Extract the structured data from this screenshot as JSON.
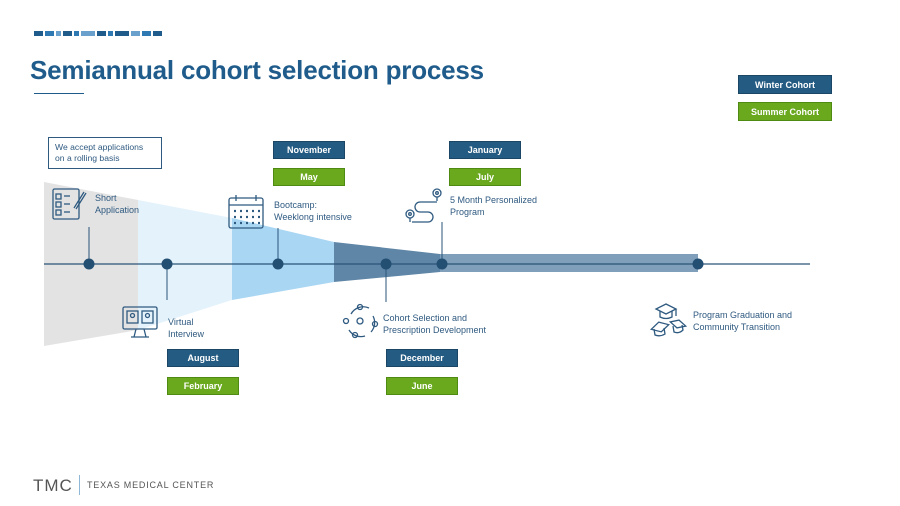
{
  "header": {
    "title": "Semiannual cohort selection process",
    "deco_colors": [
      "#1f5c8b",
      "#2f79b3",
      "#6aa0cc",
      "#1f5c8b",
      "#2f79b3",
      "#6aa0cc",
      "#1f5c8b",
      "#2f79b3",
      "#1f5c8b",
      "#6aa0cc",
      "#2f79b3",
      "#1f5c8b"
    ]
  },
  "legend": {
    "winter": "Winter Cohort",
    "summer": "Summer Cohort",
    "winter_color": "#245b82",
    "summer_color": "#6aa81e"
  },
  "note": "We accept applications on a rolling basis",
  "stages": [
    {
      "id": "short-application",
      "label": "Short\nApplication",
      "icon": "application-form-icon",
      "winter": "",
      "summer": ""
    },
    {
      "id": "virtual-interview",
      "label": "Virtual\nInterview",
      "icon": "video-call-icon",
      "winter": "August",
      "summer": "February"
    },
    {
      "id": "bootcamp",
      "label": "Bootcamp:\nWeeklong intensive",
      "icon": "calendar-icon",
      "winter": "November",
      "summer": "May"
    },
    {
      "id": "cohort-selection",
      "label": "Cohort Selection and\nPrescription Development",
      "icon": "team-circle-icon",
      "winter": "December",
      "summer": "June"
    },
    {
      "id": "personalized-program",
      "label": "5 Month Personalized\nProgram",
      "icon": "route-icon",
      "winter": "January",
      "summer": "July"
    },
    {
      "id": "graduation",
      "label": "Program Graduation and\nCommunity Transition",
      "icon": "graduation-caps-icon",
      "winter": "",
      "summer": ""
    }
  ],
  "footer": {
    "logo": "TMC",
    "name": "TEXAS MEDICAL CENTER"
  }
}
